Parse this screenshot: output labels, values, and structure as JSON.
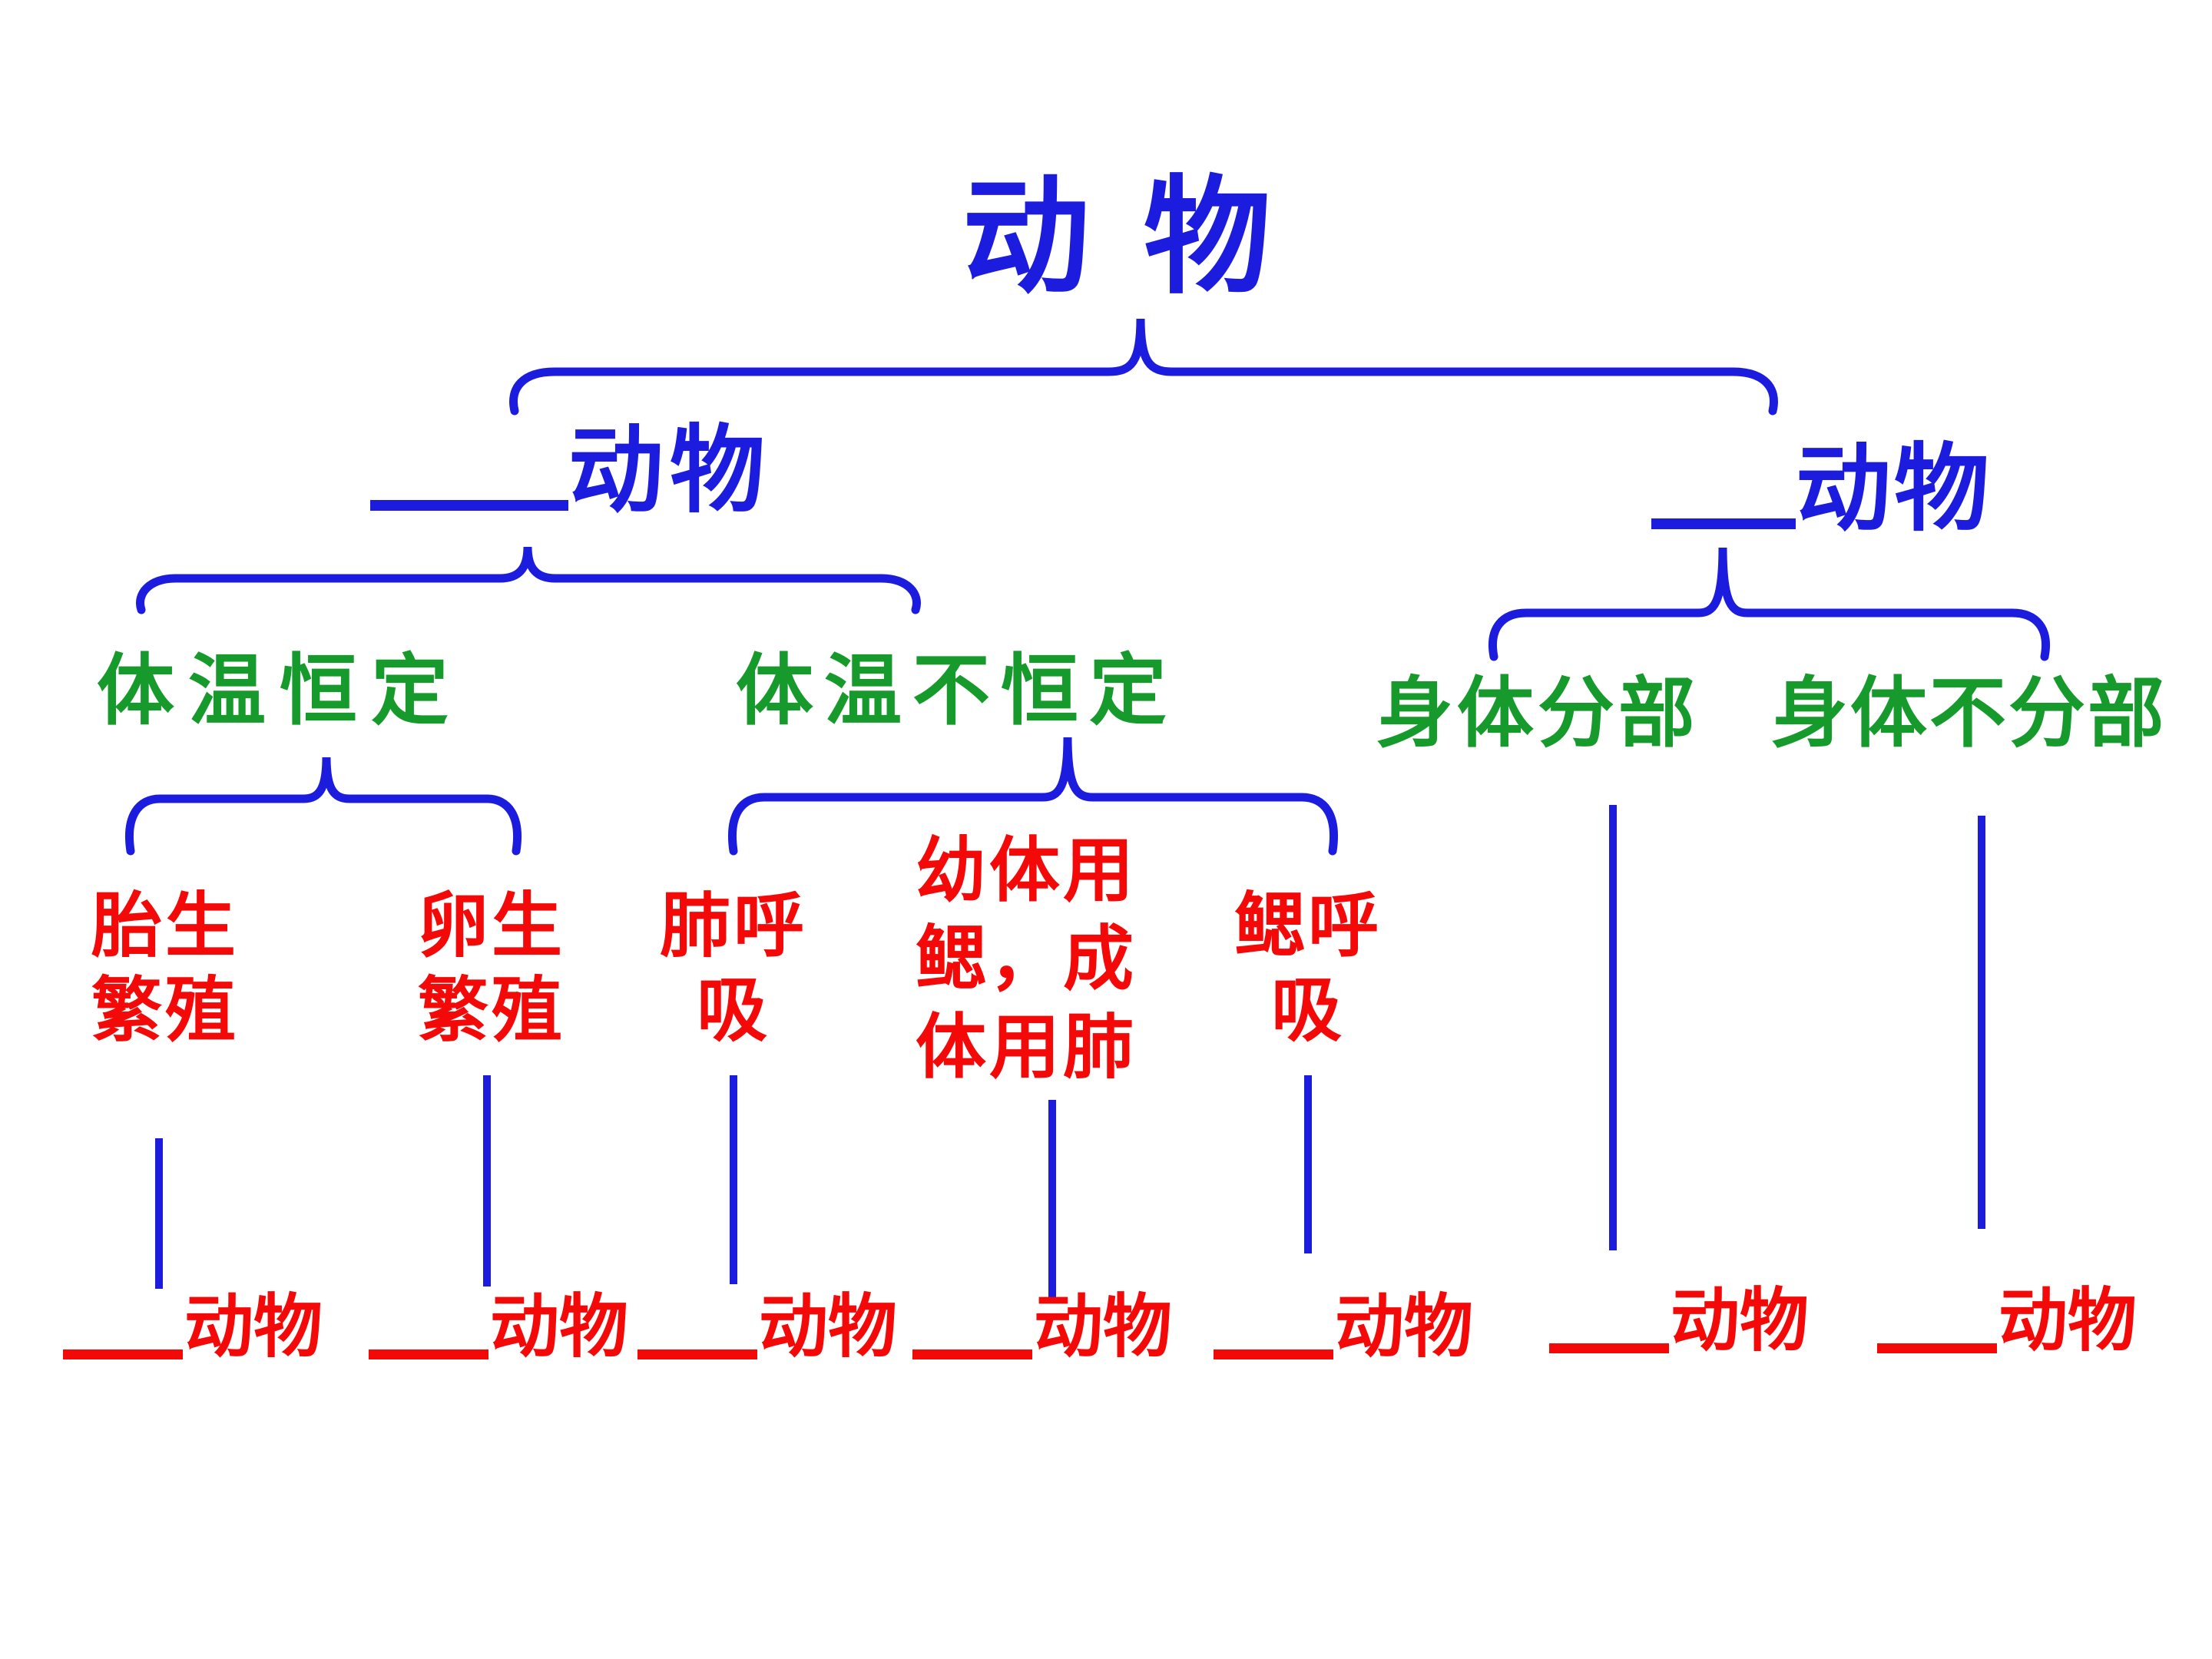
{
  "colors": {
    "blue": "#1c1cdf",
    "green": "#169a2b",
    "red": "#f40909"
  },
  "title": "动 物",
  "branch_left": {
    "blank": "____",
    "label": "动物"
  },
  "branch_right": {
    "blank": "____",
    "label": "动物"
  },
  "criteria": {
    "warm_blooded": "体温恒定",
    "cold_blooded": "体温不恒定",
    "body_segmented": "身体分部",
    "body_unsegmented": "身体不分部"
  },
  "leaves": [
    {
      "name": "胎生繁殖",
      "lines": [
        "胎生",
        "繁殖"
      ]
    },
    {
      "name": "卵生繁殖",
      "lines": [
        "卵生",
        "繁殖"
      ]
    },
    {
      "name": "肺呼吸",
      "lines": [
        "肺呼",
        "吸"
      ]
    },
    {
      "name": "幼体用鳃，成体用肺",
      "lines": [
        "幼体用",
        "鳃，成",
        "体用肺"
      ]
    },
    {
      "name": "鳃呼吸",
      "lines": [
        "鳃呼",
        "吸"
      ]
    }
  ],
  "answers": [
    {
      "blank": "___",
      "label": "动物"
    },
    {
      "blank": "___",
      "label": "动物"
    },
    {
      "blank": "___",
      "label": "动物"
    },
    {
      "blank": "___",
      "label": "动物"
    },
    {
      "blank": "___",
      "label": "动物"
    },
    {
      "blank": "___",
      "label": "动物"
    },
    {
      "blank": "___",
      "label": "动物"
    }
  ]
}
